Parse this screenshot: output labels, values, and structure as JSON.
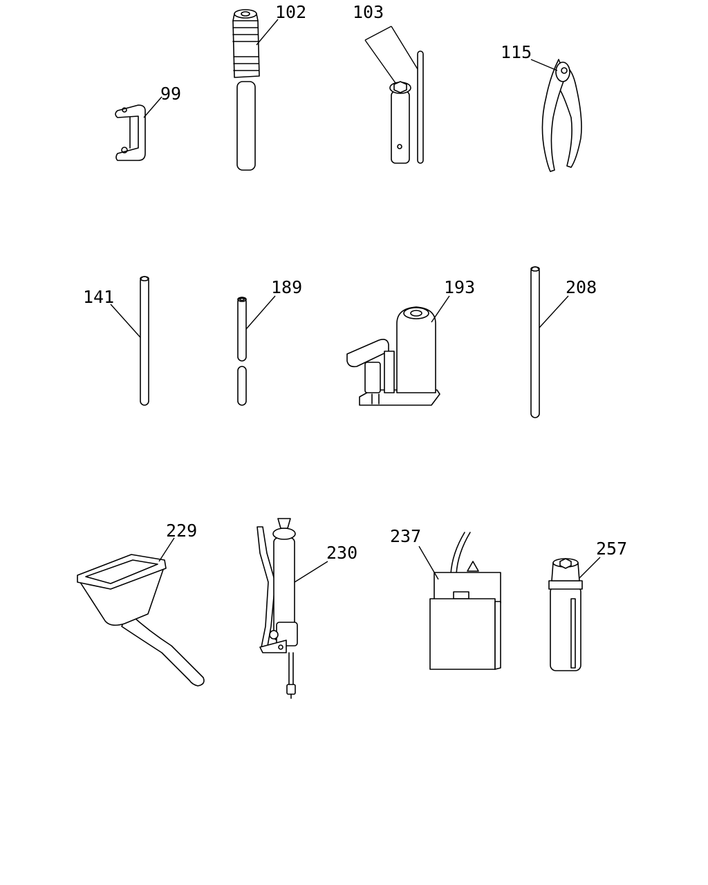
{
  "callouts": {
    "c99": "99",
    "c102": "102",
    "c103": "103",
    "c115": "115",
    "c141": "141",
    "c189": "189",
    "c193": "193",
    "c208": "208",
    "c229": "229",
    "c230": "230",
    "c237": "237",
    "c257": "257"
  },
  "colors": {
    "line": "#000000",
    "background": "#ffffff"
  }
}
